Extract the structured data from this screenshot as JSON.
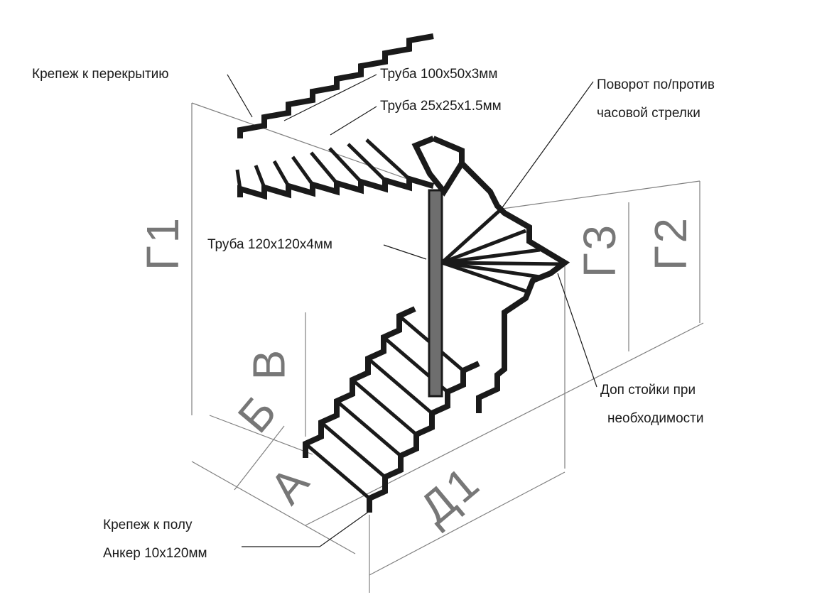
{
  "labels": {
    "ceiling_fastening": "Крепеж к перекрытию",
    "pipe_100": "Труба 100x50x3мм",
    "pipe_25": "Труба 25x25x1.5мм",
    "turn_line1": "Поворот по/против",
    "turn_line2": "часовой стрелки",
    "pipe_120": "Труба 120x120x4мм",
    "extra_posts_line1": "Доп стойки при",
    "extra_posts_line2": "необходимости",
    "floor_fastening": "Крепеж к полу",
    "anchor": "Анкер 10x120мм"
  },
  "dimensions": {
    "g1": "Г1",
    "g2": "Г2",
    "g3": "Г3",
    "b": "Б",
    "v": "В",
    "a": "А",
    "d1": "Д1"
  },
  "colors": {
    "frame": "#1a1a1a",
    "dimension": "#808080",
    "post": "#6e6e6e"
  }
}
